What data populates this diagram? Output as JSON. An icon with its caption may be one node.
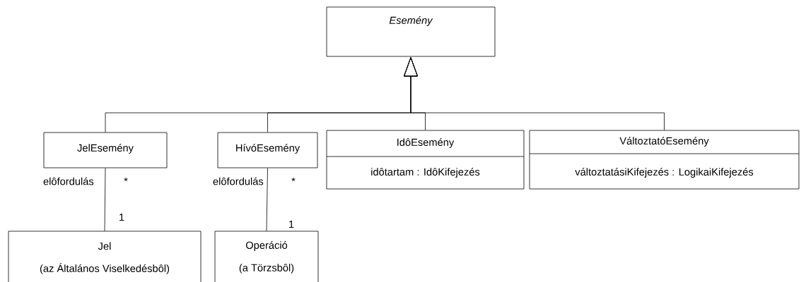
{
  "diagram": {
    "nodes": [
      {
        "text": [
          "Esemény"
        ]
      },
      {
        "text": [
          "JelEsemény"
        ]
      },
      {
        "text": [
          "HívóEsemény"
        ]
      },
      {
        "text": [
          "IdôEsemény",
          "idôtartam : IdôKifejezés"
        ]
      },
      {
        "text": [
          "VáltoztatóEsemény",
          "változtatásiKifejezés : LogikaiKifejezés"
        ]
      },
      {
        "text": [
          "Jel",
          "(az Általános Viselkedésbôl)"
        ]
      },
      {
        "text": [
          "Operáció",
          "(a Törzsbôl)"
        ]
      }
    ],
    "edges": [
      {
        "from": 1,
        "to": 0,
        "arrow": "to"
      },
      {
        "from": 2,
        "to": 0,
        "arrow": "to"
      },
      {
        "from": 3,
        "to": 0,
        "arrow": "to"
      },
      {
        "from": 4,
        "to": 0,
        "arrow": "to"
      },
      {
        "from": 1,
        "to": 5,
        "arrow": "none",
        "label": "elôfordulás"
      },
      {
        "from": 2,
        "to": 6,
        "arrow": "none",
        "label": "elôfordulás"
      }
    ],
    "labels": [
      "*",
      "1",
      "*",
      "1"
    ]
  }
}
